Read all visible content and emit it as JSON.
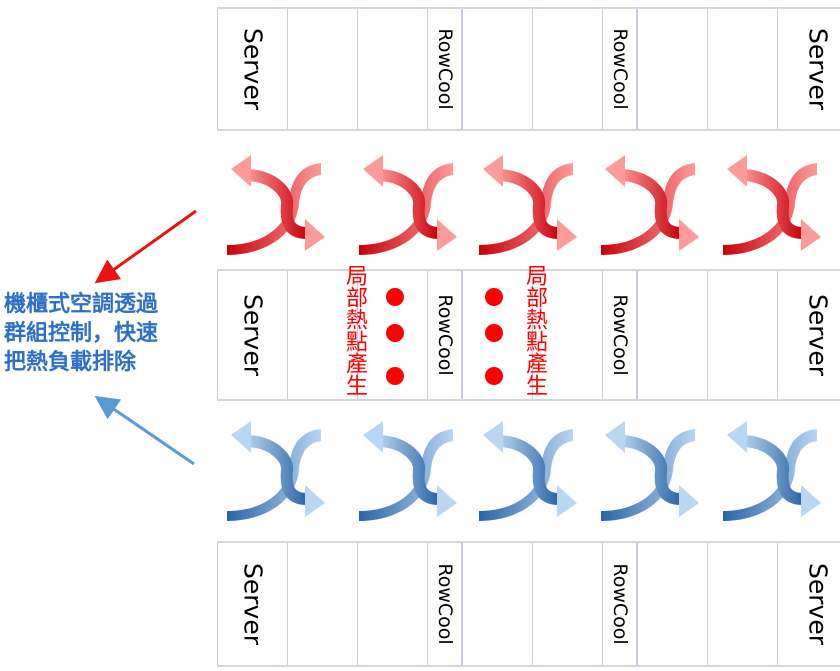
{
  "rows": [
    {
      "name": "top-rack-row",
      "cells": [
        {
          "kind": "server",
          "label": "Server"
        },
        {
          "kind": "empty",
          "label": ""
        },
        {
          "kind": "empty",
          "label": ""
        },
        {
          "kind": "rowcool",
          "label": "RowCool"
        },
        {
          "kind": "empty",
          "label": ""
        },
        {
          "kind": "empty",
          "label": ""
        },
        {
          "kind": "rowcool",
          "label": "RowCool"
        },
        {
          "kind": "empty",
          "label": ""
        },
        {
          "kind": "empty",
          "label": ""
        },
        {
          "kind": "server",
          "label": "Server"
        }
      ]
    },
    {
      "name": "middle-rack-row",
      "cells": [
        {
          "kind": "server",
          "label": "Server"
        },
        {
          "kind": "empty",
          "label": ""
        },
        {
          "kind": "empty",
          "label": ""
        },
        {
          "kind": "rowcool",
          "label": "RowCool"
        },
        {
          "kind": "empty",
          "label": ""
        },
        {
          "kind": "empty",
          "label": ""
        },
        {
          "kind": "rowcool",
          "label": "RowCool"
        },
        {
          "kind": "empty",
          "label": ""
        },
        {
          "kind": "empty",
          "label": ""
        },
        {
          "kind": "server",
          "label": "Server"
        }
      ]
    },
    {
      "name": "bottom-rack-row",
      "cells": [
        {
          "kind": "server",
          "label": "Server"
        },
        {
          "kind": "empty",
          "label": ""
        },
        {
          "kind": "empty",
          "label": ""
        },
        {
          "kind": "rowcool",
          "label": "RowCool"
        },
        {
          "kind": "empty",
          "label": ""
        },
        {
          "kind": "empty",
          "label": ""
        },
        {
          "kind": "rowcool",
          "label": "RowCool"
        },
        {
          "kind": "empty",
          "label": ""
        },
        {
          "kind": "empty",
          "label": ""
        },
        {
          "kind": "server",
          "label": "Server"
        }
      ]
    }
  ],
  "airflow": {
    "hot": {
      "count": 5,
      "color_dark": "#c8000a",
      "color_light": "#ff9a9a"
    },
    "cold": {
      "count": 5,
      "color_dark": "#2a64a6",
      "color_light": "#b9d6f2"
    }
  },
  "hotspots": [
    {
      "label": "局部熱點產生",
      "dots": 3
    },
    {
      "label": "局部熱點產生",
      "dots": 3
    }
  ],
  "caption": {
    "lines": [
      "機櫃式空調透過",
      "群組控制，快速",
      "把熱負載排除"
    ],
    "color": "#2e6fc9"
  },
  "pointer_arrows": {
    "hot_color": "#ee1111",
    "cold_color": "#5b9bd5"
  }
}
